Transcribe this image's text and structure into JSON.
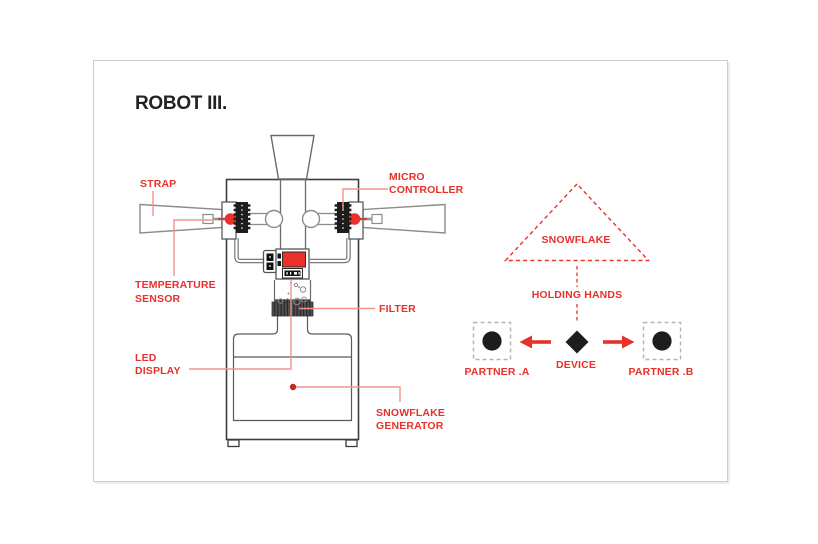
{
  "title": "ROBOT III.",
  "colors": {
    "accent_red": "#e8312a",
    "leader_pink": "#f2948c",
    "ink_black": "#1d1d1d",
    "outline_gray": "#8c8c8c",
    "frame_gray": "#cdcdcd"
  },
  "robot_labels": {
    "strap": "STRAP",
    "micro_controller": "MICRO\nCONTROLLER",
    "temperature_sensor": "TEMPERATURE\nSENSOR",
    "filter": "FILTER",
    "led_display": "LED\nDISPLAY",
    "snowflake_generator": "SNOWFLAKE\nGENERATOR"
  },
  "schematic_labels": {
    "snowflake": "SNOWFLAKE",
    "holding_hands": "HOLDING HANDS",
    "device": "DEVICE",
    "partner_a": "PARTNER .A",
    "partner_b": "PARTNER .B"
  }
}
